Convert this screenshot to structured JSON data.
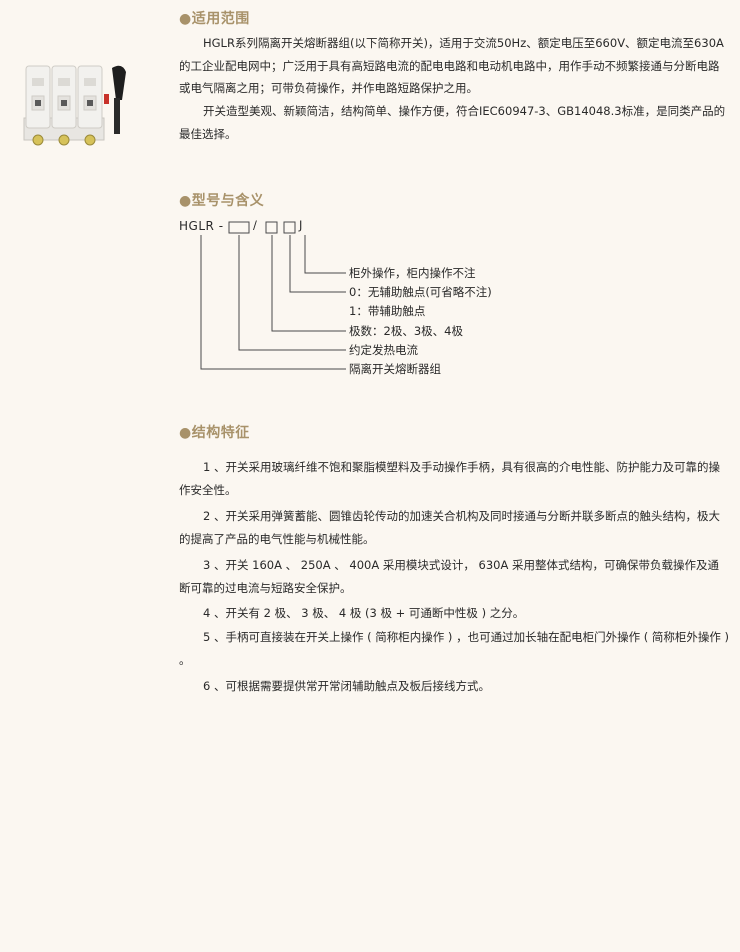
{
  "application": {
    "heading": "●适用范围",
    "paragraphs": [
      "HGLR系列隔离开关熔断器组(以下简称开关)，适用于交流50Hz、额定电压至660V、额定电流至630A的工企业配电网中；广泛用于具有高短路电流的配电电路和电动机电路中，用作手动不频繁接通与分断电路或电气隔离之用；可带负荷操作，并作电路短路保护之用。",
      "开关造型美观、新颖简洁，结构简单、操作方便，符合IEC60947-3、GB14048.3标准，是同类产品的最佳选择。"
    ]
  },
  "model": {
    "heading": "●型号与含义",
    "code_prefix": "HGLR",
    "code_dash": "-",
    "code_slash": "/",
    "code_suffix": "J",
    "labels": [
      "柜外操作，柜内操作不注",
      "0：无辅助触点(可省略不注)",
      "1：带辅助触点",
      "极数：2极、3极、4极",
      "约定发热电流",
      "隔离开关熔断器组"
    ]
  },
  "features": {
    "heading": "●结构特征",
    "items": [
      "1 、开关采用玻璃纤维不饱和聚脂模塑料及手动操作手柄，具有很高的介电性能、防护能力及可靠的操作安全性。",
      "2 、开关采用弹簧蓄能、圆锥齿轮传动的加速关合机构及同时接通与分断并联多断点的触头结构，极大的提高了产品的电气性能与机械性能。",
      "3 、开关 160A 、 250A 、 400A 采用模块式设计， 630A 采用整体式结构，可确保带负载操作及通断可靠的过电流与短路安全保护。",
      "4 、开关有 2 极、 3 极、 4 极 (3 极 + 可通断中性极 ) 之分。",
      "5 、手柄可直接装在开关上操作 ( 简称柜内操作 ) ，也可通过加长轴在配电柜门外操作 ( 简称柜外操作 ) 。",
      "6 、可根据需要提供常开常闭辅助触点及板后接线方式。"
    ]
  },
  "colors": {
    "heading": "#a8926a",
    "background": "#fbf7f1",
    "text": "#2a2a2a"
  }
}
